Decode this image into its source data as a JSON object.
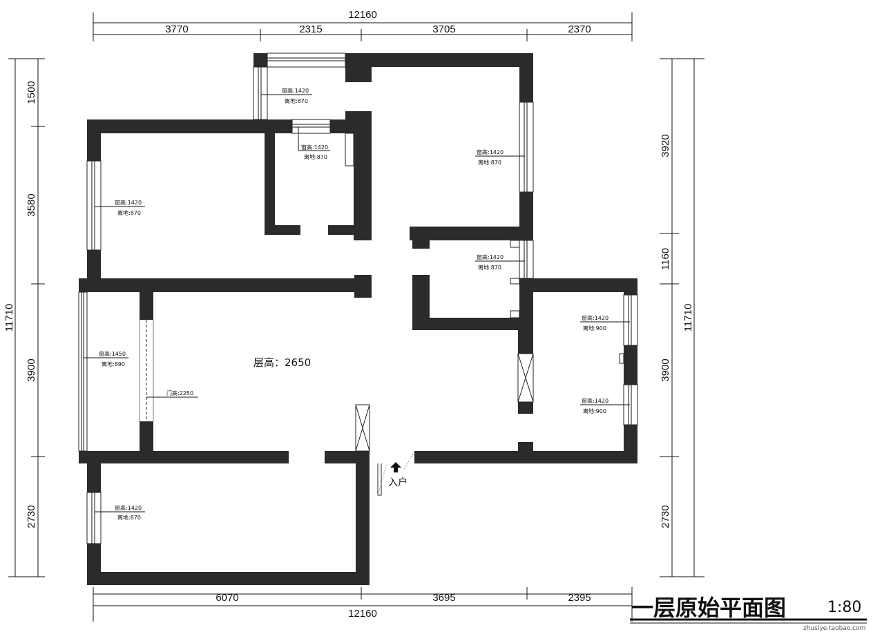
{
  "dimensions": {
    "top_total": "12160",
    "top_segments": [
      "3770",
      "2315",
      "3705",
      "2370"
    ],
    "bottom_total": "12160",
    "bottom_segments": [
      "6070",
      "3695",
      "2395"
    ],
    "left_total": "11710",
    "left_segments": [
      "1500",
      "3580",
      "3900",
      "2730"
    ],
    "right_total": "11710",
    "right_segments": [
      "3920",
      "1160",
      "3900",
      "2730"
    ]
  },
  "windows": [
    {
      "h": "窗高:1420",
      "g": "离地:870"
    },
    {
      "h": "窗高:1420",
      "g": "离地:870"
    },
    {
      "h": "窗高:1420",
      "g": "离地:870"
    },
    {
      "h": "窗高:1420",
      "g": "离地:870"
    },
    {
      "h": "窗高:1420",
      "g": "离地:870"
    },
    {
      "h": "窗高:1450",
      "g": "离地:890"
    },
    {
      "h": "窗高:1420",
      "g": "离地:900"
    },
    {
      "h": "窗高:1420",
      "g": "离地:900"
    },
    {
      "h": "窗高:1420",
      "g": "离地:870"
    }
  ],
  "door_label": "门高:2250",
  "floor_height": "层高：2650",
  "entry_label": "入户",
  "title": "一层原始平面图",
  "scale": "1:80",
  "watermark": "zhuslye.taobao.com"
}
